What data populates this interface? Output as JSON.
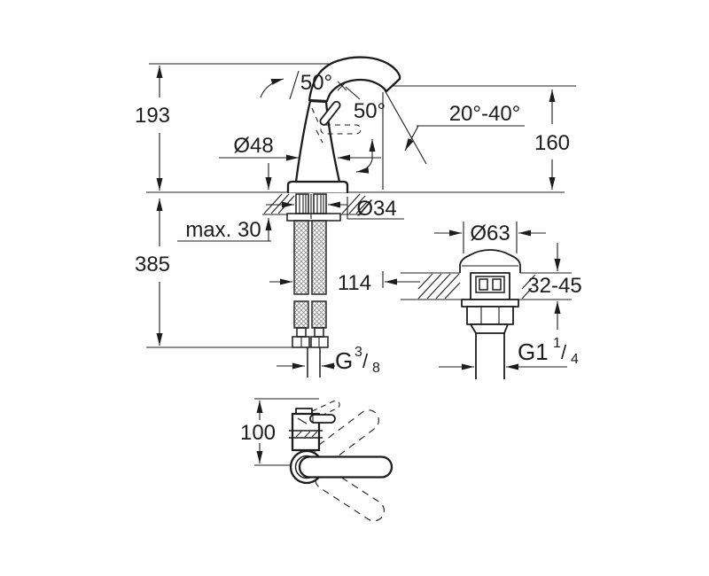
{
  "drawing": {
    "background": "#ffffff",
    "line_color": "#1d1d1d",
    "labels": {
      "height_top": "193",
      "height_below_deck": "385",
      "max_deck_thickness": "max. 30",
      "body_diameter": "Ø48",
      "handle_angle_top": "50°",
      "handle_angle_side": "50°",
      "spray_angle_range": "20°-40°",
      "spout_height": "160",
      "hole_diameter": "Ø34",
      "spout_projection": "114",
      "waste_diameter": "Ø63",
      "deck_thickness_range": "32-45",
      "plan_height": "100",
      "hose_thread_base": "G",
      "hose_thread_sup": "3",
      "hose_thread_slash": "/",
      "hose_thread_sub": "8",
      "waste_thread_base": "G1",
      "waste_thread_sup": "1",
      "waste_thread_slash": "/",
      "waste_thread_sub": "4"
    }
  }
}
